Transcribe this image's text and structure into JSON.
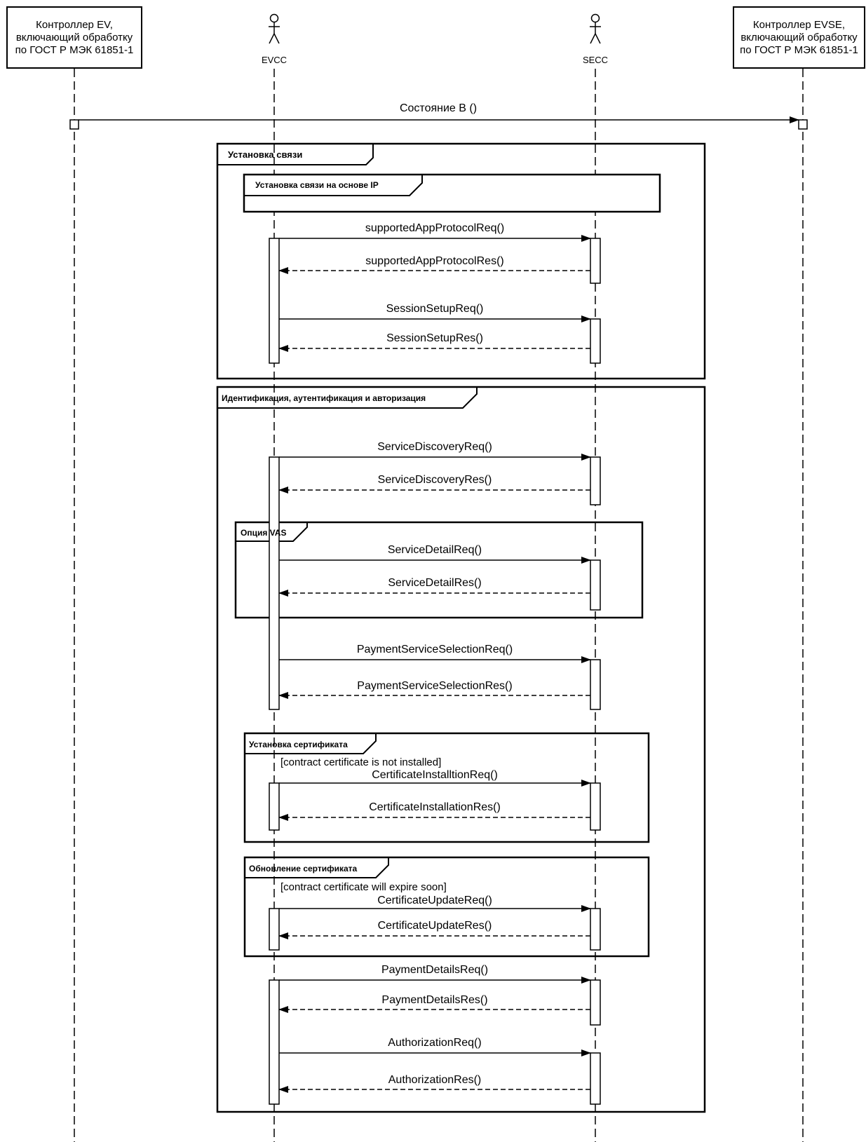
{
  "participants": {
    "ev_controller": "Контроллер EV, включающий обработку по ГОСТ Р МЭК 61851-1",
    "evcc": "EVCC",
    "secc": "SECC",
    "evse_controller": "Контроллер EVSE, включающий обработку по ГОСТ Р МЭК 61851-1"
  },
  "fragments": {
    "session_setup": "Установка связи",
    "ip_setup": "Установка связи на основе IP",
    "identification": "Идентификация, аутентификация и авторизация",
    "vas_option": "Опция VAS",
    "cert_install": "Установка сертификата",
    "cert_update": "Обновление сертификата"
  },
  "guards": {
    "cert_install": "[contract certificate is not installed]",
    "cert_update": "[contract certificate will expire soon]"
  },
  "messages": {
    "state_b": "Состояние B ()",
    "sap_req": "supportedAppProtocolReq()",
    "sap_res": "supportedAppProtocolRes()",
    "ss_req": "SessionSetupReq()",
    "ss_res": "SessionSetupRes()",
    "sd_req": "ServiceDiscoveryReq()",
    "sd_res": "ServiceDiscoveryRes()",
    "sdet_req": "ServiceDetailReq()",
    "sdet_res": "ServiceDetailRes()",
    "pss_req": "PaymentServiceSelectionReq()",
    "pss_res": "PaymentServiceSelectionRes()",
    "ci_req": "CertificateInstalltionReq()",
    "ci_res": "CertificateInstallationRes()",
    "cu_req": "CertificateUpdateReq()",
    "cu_res": "CertificateUpdateRes()",
    "pd_req": "PaymentDetailsReq()",
    "pd_res": "PaymentDetailsRes()",
    "auth_req": "AuthorizationReq()",
    "auth_res": "AuthorizationRes()"
  }
}
